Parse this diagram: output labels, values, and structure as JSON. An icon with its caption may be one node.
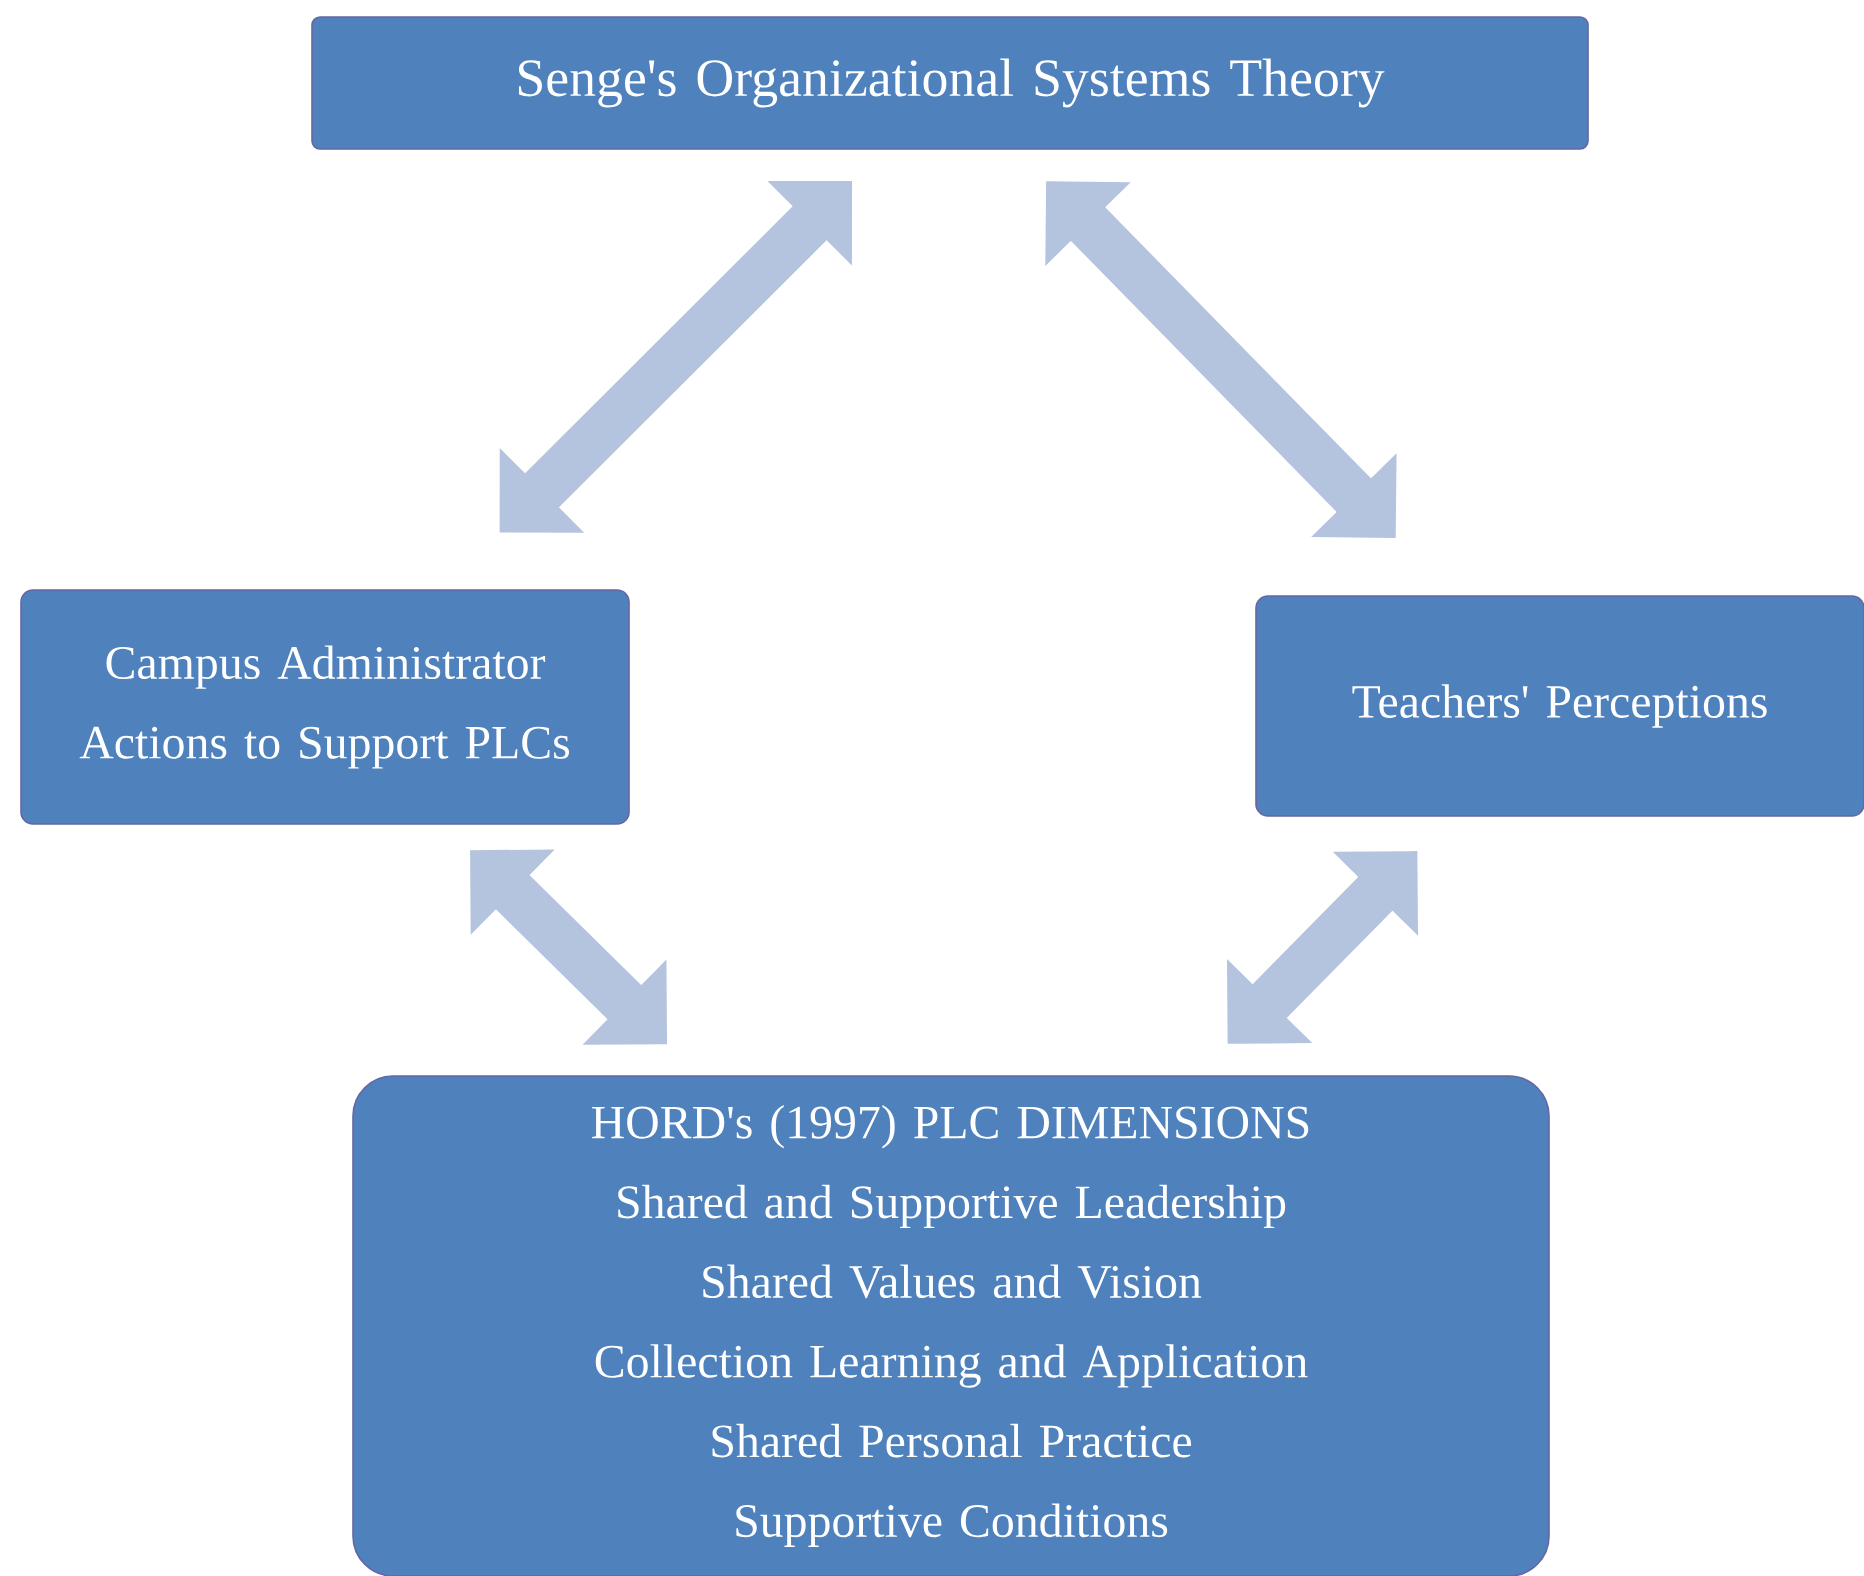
{
  "diagram": {
    "nodes": [
      {
        "text": [
          "Senge's Organizational Systems Theory"
        ]
      },
      {
        "text": [
          "Campus Administrator Actions to Support PLCs"
        ]
      },
      {
        "text": [
          "Teachers' Perceptions"
        ]
      },
      {
        "text": [
          "HORD's (1997) PLC DIMENSIONS",
          "Shared and Supportive Leadership",
          "Shared Values and Vision",
          "Collection Learning and Application",
          "Shared Personal Practice",
          "Supportive Conditions"
        ]
      }
    ],
    "edges": [
      {
        "from": 0,
        "to": 1,
        "arrow": "both"
      },
      {
        "from": 0,
        "to": 2,
        "arrow": "both"
      },
      {
        "from": 1,
        "to": 3,
        "arrow": "both"
      },
      {
        "from": 2,
        "to": 3,
        "arrow": "both"
      }
    ]
  }
}
